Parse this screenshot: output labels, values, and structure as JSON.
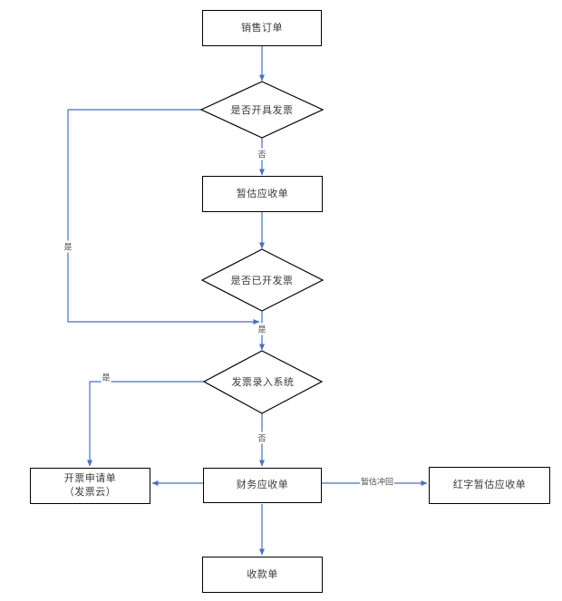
{
  "diagram": {
    "type": "flowchart",
    "colors": {
      "connector": "#4472C4",
      "node_border": "#000000",
      "node_fill": "#FFFFFF",
      "node_text": "#3A3A3A",
      "edge_label_text": "#4D4D4D",
      "background": "#FFFFFF"
    },
    "nodes": [
      {
        "id": "sales-order",
        "type": "rect",
        "label": "销售订单"
      },
      {
        "id": "decision-issue-invoice",
        "type": "diamond",
        "label": "是否开具发票"
      },
      {
        "id": "provisional-receivable",
        "type": "rect",
        "label": "暂估应收单"
      },
      {
        "id": "decision-invoice-issued",
        "type": "diamond",
        "label": "是否已开发票"
      },
      {
        "id": "invoice-entry-system",
        "type": "diamond",
        "label": "发票录入系统"
      },
      {
        "id": "invoice-application",
        "type": "rect",
        "label_line1": "开票申请单",
        "label_line2": "（发票云）"
      },
      {
        "id": "finance-receivable",
        "type": "rect",
        "label": "财务应收单"
      },
      {
        "id": "red-provisional-receivable",
        "type": "rect",
        "label": "红字暂估应收单"
      },
      {
        "id": "receipt",
        "type": "rect",
        "label": "收款单"
      }
    ],
    "edges": [
      {
        "from": "sales-order",
        "to": "decision-issue-invoice",
        "label": ""
      },
      {
        "from": "decision-issue-invoice",
        "to": "provisional-receivable",
        "label": "否"
      },
      {
        "from": "provisional-receivable",
        "to": "decision-invoice-issued",
        "label": ""
      },
      {
        "from": "decision-invoice-issued",
        "to": "invoice-entry-system",
        "label": "是"
      },
      {
        "from": "decision-issue-invoice",
        "to": "invoice-entry-system",
        "label": "是"
      },
      {
        "from": "invoice-entry-system",
        "to": "invoice-application",
        "label": "是"
      },
      {
        "from": "invoice-entry-system",
        "to": "finance-receivable",
        "label": "否"
      },
      {
        "from": "finance-receivable",
        "to": "invoice-application",
        "label": ""
      },
      {
        "from": "finance-receivable",
        "to": "red-provisional-receivable",
        "label": "暂估冲回"
      },
      {
        "from": "finance-receivable",
        "to": "receipt",
        "label": ""
      }
    ]
  }
}
